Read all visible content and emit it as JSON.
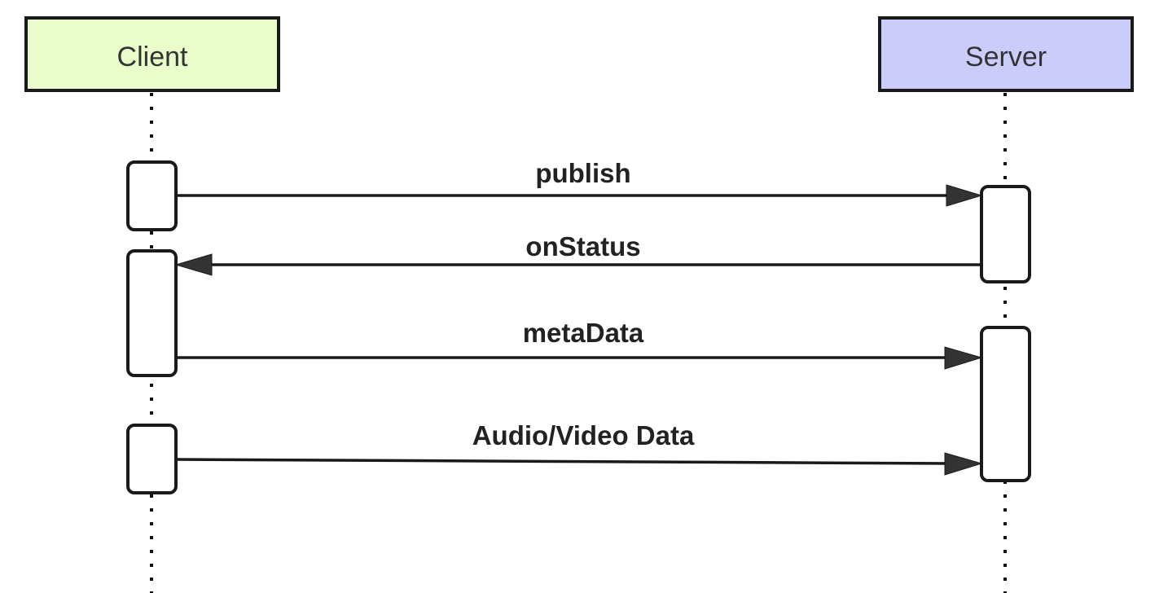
{
  "participants": {
    "client": {
      "label": "Client",
      "color": "#eafcca"
    },
    "server": {
      "label": "Server",
      "color": "#ccccfa"
    }
  },
  "messages": [
    {
      "label": "publish",
      "from": "client",
      "to": "server"
    },
    {
      "label": "onStatus",
      "from": "server",
      "to": "client"
    },
    {
      "label": "metaData",
      "from": "client",
      "to": "server"
    },
    {
      "label": "Audio/Video Data",
      "from": "client",
      "to": "server"
    }
  ]
}
